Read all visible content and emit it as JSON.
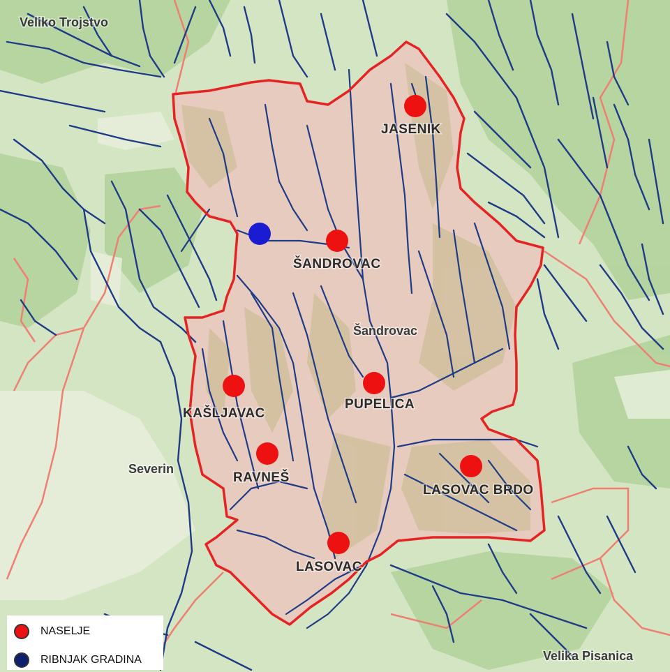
{
  "colors": {
    "background_green": "#d3e5c3",
    "forest_green": "#b3d39d",
    "area_fill": "#e8c9bf",
    "boundary": "#e52323",
    "region_line": "#ef7f73",
    "river": "#1f3b86",
    "settlement": "#ee1111",
    "fishpond": "#1b1bd1"
  },
  "labels": {
    "veliko_trojstvo": "Veliko Trojstvo",
    "severin": "Severin",
    "sandrovac_municipality": "Šandrovac",
    "velika_pisanica": "Velika Pisanica"
  },
  "settlements": [
    {
      "id": "jasenik",
      "name": "JASENIK"
    },
    {
      "id": "sandrovac",
      "name": "ŠANDROVAC"
    },
    {
      "id": "kasljavac",
      "name": "KAŠLJAVAC"
    },
    {
      "id": "pupelica",
      "name": "PUPELICA"
    },
    {
      "id": "ravnes",
      "name": "RAVNEŠ"
    },
    {
      "id": "lasovac-brdo",
      "name": "LASOVAC BRDO"
    },
    {
      "id": "lasovac",
      "name": "LASOVAC"
    }
  ],
  "legend": {
    "items": [
      {
        "symbol": "red-dot",
        "label": "NASELJE"
      },
      {
        "symbol": "blue-dot",
        "label": "RIBNJAK GRADINA"
      }
    ]
  }
}
